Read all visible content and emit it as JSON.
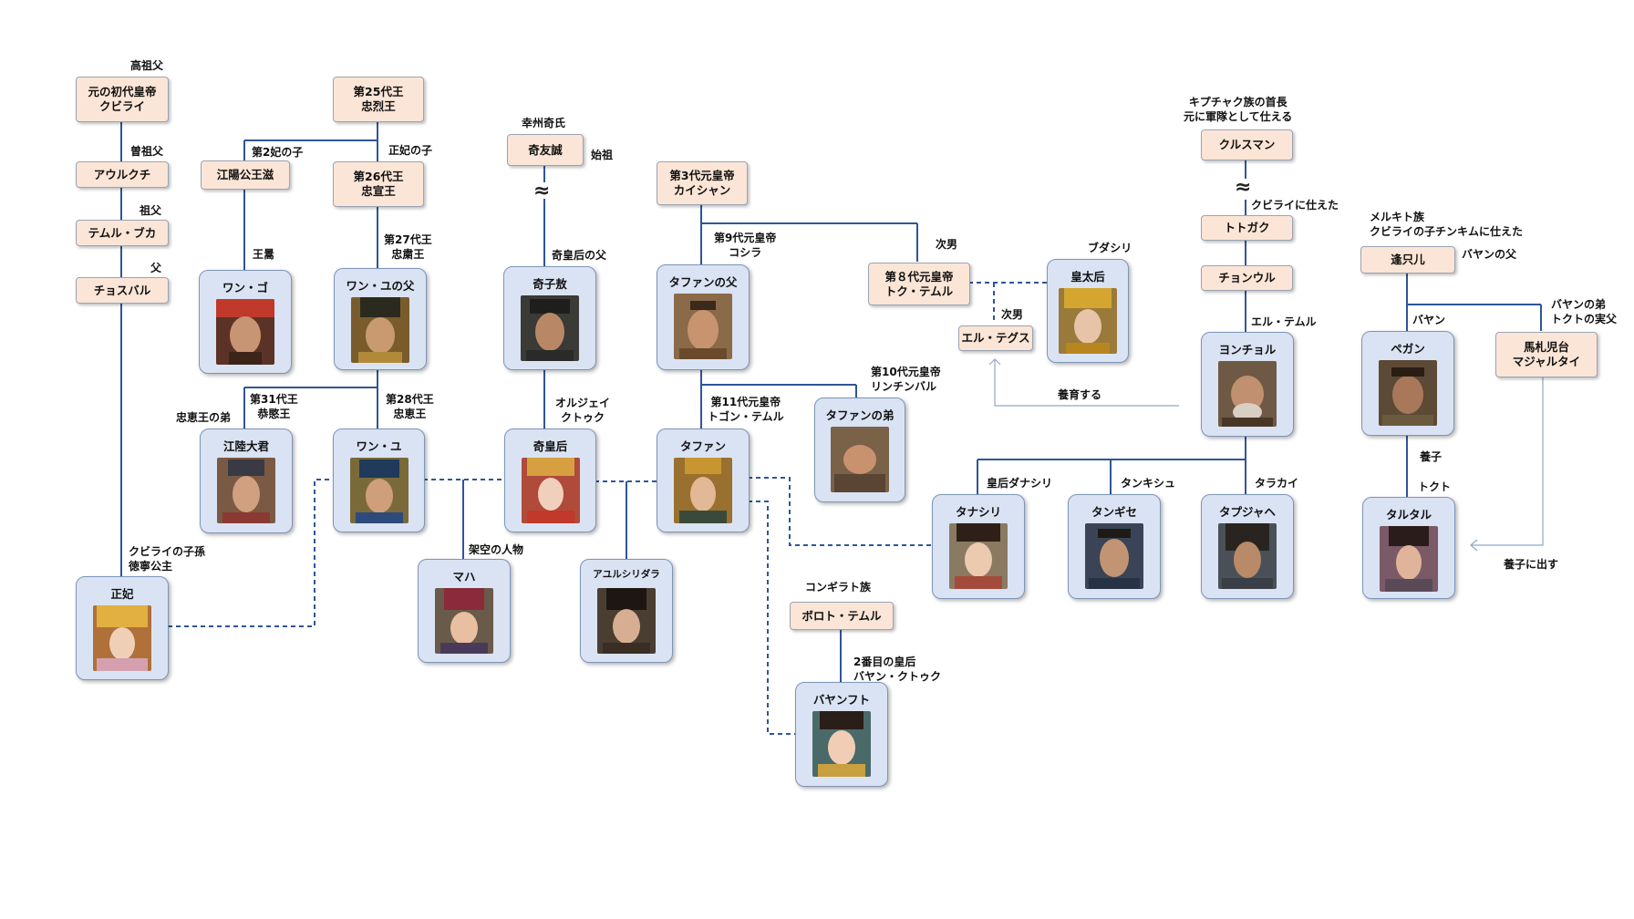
{
  "diagram": {
    "title_boxes": {
      "kubilai": "元の初代皇帝\nクビライ",
      "aurukuchi": "アウルクチ",
      "temur_buka": "テムル・ブカ",
      "chosbal": "チョスバル",
      "chungnyeol": "第25代王\n忠烈王",
      "gangyang": "江陽公王滋",
      "chungseon": "第26代王\n忠宣王",
      "ki_yuseong": "奇友誠",
      "kaishan": "第3代元皇帝\nカイシャン",
      "toku_temur": "第８代元皇帝\nトク・テムル",
      "el_tegus": "エル・テグス",
      "kulsuman": "クルスマン",
      "totogaku": "トトガク",
      "jongul": "チョンウル",
      "oh_chi": "逢只儿",
      "majaltai": "馬札児台\nマジャルタイ",
      "bolot_temur": "ボロト・テムル"
    },
    "cards": {
      "wang_go": "ワン・ゴ",
      "wang_yu_father": "ワン・ユの父",
      "ki_jao": "奇子敖",
      "tafan_father": "タファンの父",
      "empress_dowager": "皇太后",
      "yon_chol": "ヨンチョル",
      "pegan": "ペガン",
      "gangneung": "江陸大君",
      "wang_yu": "ワン・ユ",
      "empress_ki": "奇皇后",
      "tafan": "タファン",
      "tafan_brother": "タファンの弟",
      "tanashiri": "タナシリ",
      "tangise": "タンギセ",
      "tapjahe": "タプジャヘ",
      "taltal": "タルタル",
      "princess_jeong": "正妃",
      "maha": "マハ",
      "ayushiridara": "アユルシリダラ",
      "bayan_hutu": "バヤンフト"
    },
    "labels": {
      "great_great_grandfather": "高祖父",
      "great_grandfather": "曽祖父",
      "grandfather": "祖父",
      "father": "父",
      "second_consort_child": "第2妃の子",
      "main_consort_child": "正妃の子",
      "wang_ho": "王暠",
      "chungsuk": "第27代王\n忠粛王",
      "haengju": "幸州奇氏",
      "ancestor": "始祖",
      "empress_ki_father": "奇皇后の父",
      "kosila": "第9代元皇帝\nコシラ",
      "second_son_top": "次男",
      "budashiri": "ブダシリ",
      "second_son": "次男",
      "kipchak": "キプチャク族の首長\n元に軍隊として仕える",
      "served_kubilai": "クビライに仕えた",
      "el_temur": "エル・テムル",
      "merkit": "メルキト族\nクビライの子チンキムに仕えた",
      "bayan_father": "バヤンの父",
      "bayan": "バヤン",
      "bayan_brother": "バヤンの弟\nトクトの実父",
      "raise": "養育する",
      "chunghye_brother": "忠恵王の弟",
      "gongmin": "第31代王\n恭愍王",
      "chunghye": "第28代王\n忠恵王",
      "oljeitu": "オルジェイ\nクトゥク",
      "togon_temur": "第11代元皇帝\nトゴン・テムル",
      "rinchinbal": "第10代元皇帝\nリンチンバル",
      "empress_danashiri": "皇后ダナシリ",
      "tankishi": "タンキシュ",
      "tarakai": "タラカイ",
      "adopted": "養子",
      "tokto": "トクト",
      "kubilai_grandchild": "クビライの子孫\n徳寧公主",
      "fictional": "架空の人物",
      "adopt_out": "養子に出す",
      "khongirad": "コンギラト族",
      "second_empress": "2番目の皇后\nバヤン・クトゥク"
    },
    "colors": {
      "box_fill": "#fbe5d6",
      "card_fill": "#dae3f3",
      "line": "#2f5597"
    }
  }
}
